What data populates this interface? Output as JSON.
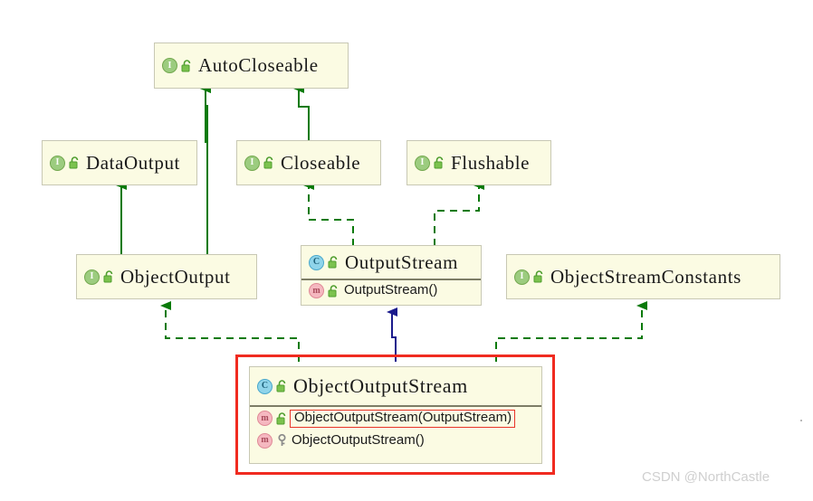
{
  "diagram": {
    "title": "Java ObjectOutputStream class hierarchy",
    "background": "#ffffff",
    "colors": {
      "node_fill": "#fbfbe3",
      "node_border": "#c8c8b4",
      "interface_arrow": "#0a7a0a",
      "class_arrow": "#1a1a8c",
      "highlight_red": "#f02b20",
      "member_divider": "#7d7d66"
    },
    "nodes": [
      {
        "id": "autocloseable",
        "name": "AutoCloseable",
        "stereotype": "interface",
        "icon": "interface-badge-icon",
        "visibility_icon": "lock-open-icon",
        "members": []
      },
      {
        "id": "dataoutput",
        "name": "DataOutput",
        "stereotype": "interface",
        "icon": "interface-badge-icon",
        "visibility_icon": "lock-open-icon",
        "members": []
      },
      {
        "id": "closeable",
        "name": "Closeable",
        "stereotype": "interface",
        "icon": "interface-badge-icon",
        "visibility_icon": "lock-open-icon",
        "members": []
      },
      {
        "id": "flushable",
        "name": "Flushable",
        "stereotype": "interface",
        "icon": "interface-badge-icon",
        "visibility_icon": "lock-open-icon",
        "members": []
      },
      {
        "id": "objectoutput",
        "name": "ObjectOutput",
        "stereotype": "interface",
        "icon": "interface-badge-icon",
        "visibility_icon": "lock-open-icon",
        "members": []
      },
      {
        "id": "outputstream",
        "name": "OutputStream",
        "stereotype": "class",
        "icon": "class-badge-icon",
        "visibility_icon": "lock-open-icon",
        "members": [
          {
            "label": "OutputStream()",
            "kind": "method",
            "icon": "method-badge-icon",
            "visibility_icon": "lock-open-icon",
            "highlighted": false
          }
        ]
      },
      {
        "id": "objectstreamconstants",
        "name": "ObjectStreamConstants",
        "stereotype": "interface",
        "icon": "interface-badge-icon",
        "visibility_icon": "lock-open-icon",
        "members": []
      },
      {
        "id": "objectoutputstream",
        "name": "ObjectOutputStream",
        "stereotype": "class",
        "icon": "class-badge-icon",
        "visibility_icon": "lock-open-icon",
        "highlighted": true,
        "members": [
          {
            "label": "ObjectOutputStream(OutputStream)",
            "kind": "method",
            "icon": "method-badge-icon",
            "visibility_icon": "lock-open-icon",
            "highlighted": true
          },
          {
            "label": "ObjectOutputStream()",
            "kind": "method",
            "icon": "method-badge-icon",
            "visibility_icon": "key-icon",
            "highlighted": false
          }
        ]
      }
    ],
    "edges": [
      {
        "from": "dataoutput",
        "to": "autocloseable",
        "style": "solid",
        "color": "#0a7a0a",
        "relation": "extends"
      },
      {
        "from": "closeable",
        "to": "autocloseable",
        "style": "solid",
        "color": "#0a7a0a",
        "relation": "extends"
      },
      {
        "from": "objectoutput",
        "to": "dataoutput",
        "style": "solid",
        "color": "#0a7a0a",
        "relation": "extends"
      },
      {
        "from": "objectoutput",
        "to": "autocloseable",
        "style": "solid",
        "color": "#0a7a0a",
        "relation": "extends"
      },
      {
        "from": "outputstream",
        "to": "closeable",
        "style": "dashed",
        "color": "#0a7a0a",
        "relation": "implements"
      },
      {
        "from": "outputstream",
        "to": "flushable",
        "style": "dashed",
        "color": "#0a7a0a",
        "relation": "implements"
      },
      {
        "from": "objectoutputstream",
        "to": "objectoutput",
        "style": "dashed",
        "color": "#0a7a0a",
        "relation": "implements"
      },
      {
        "from": "objectoutputstream",
        "to": "objectstreamconstants",
        "style": "dashed",
        "color": "#0a7a0a",
        "relation": "implements"
      },
      {
        "from": "objectoutputstream",
        "to": "outputstream",
        "style": "solid",
        "color": "#1a1a8c",
        "relation": "extends"
      }
    ]
  },
  "watermark": {
    "text": "CSDN @NorthCastle"
  }
}
